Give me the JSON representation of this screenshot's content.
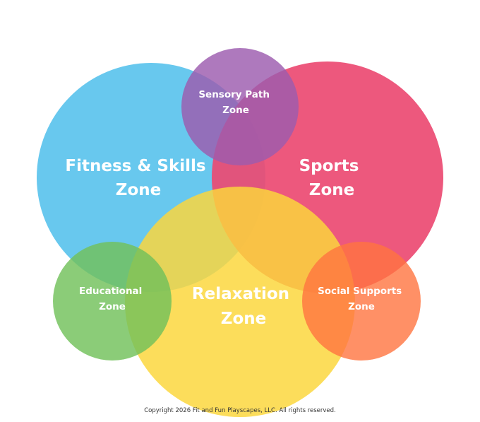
{
  "zones": {
    "fitness": {
      "line1": "Fitness & Skills",
      "line2": "Zone",
      "color": "#53C0EC"
    },
    "sensory": {
      "line1": "Sensory Path",
      "line2": "Zone",
      "color": "#A569B3"
    },
    "sports": {
      "line1": "Sports",
      "line2": "Zone",
      "color": "#EC4A72"
    },
    "relaxation": {
      "line1": "Relaxation",
      "line2": "Zone",
      "color": "#FCD73B"
    },
    "educational": {
      "line1": "Educational",
      "line2": "Zone",
      "color": "#78C35E"
    },
    "social": {
      "line1": "Social Supports",
      "line2": "Zone",
      "color": "#FF7F4D"
    }
  },
  "copyright": "Copyright 2026 Fit and Fun Playscapes, LLC. All rights reserved."
}
